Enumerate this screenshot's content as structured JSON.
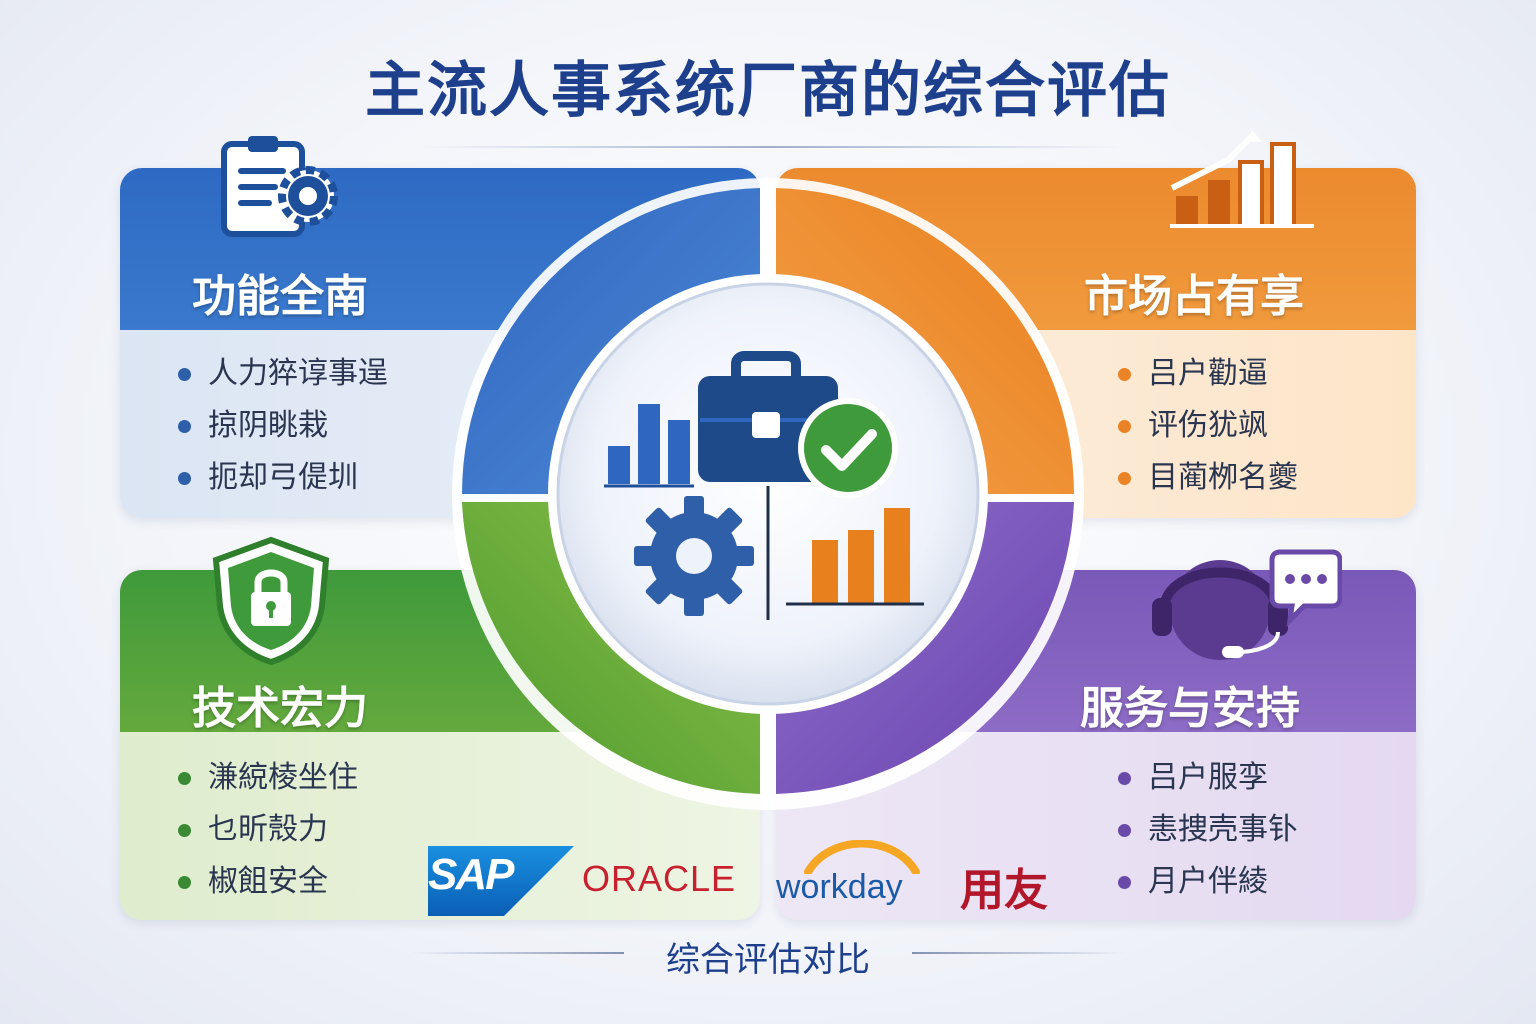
{
  "title": "主流人事系统厂商的综合评估",
  "panels": {
    "function": {
      "heading": "功能全南",
      "items": [
        "人力猝谆事逞",
        "掠阴眺栽",
        "扼却弓偍圳"
      ],
      "color": "#2e6ac3",
      "icon": "clipboard-gear-icon"
    },
    "market": {
      "heading": "市场占有享",
      "items": [
        "吕户勸逼",
        "评伤犹飒",
        "目蔺栁名夔"
      ],
      "color": "#ec8a2e",
      "icon": "growth-bar-chart-icon"
    },
    "tech": {
      "heading": "技术宏力",
      "items": [
        "溓綂棱坐住",
        "乜昕殼力",
        "椒飷安全"
      ],
      "color": "#3f9a3b",
      "icon": "shield-lock-icon"
    },
    "service": {
      "heading": "服务与安持",
      "items": [
        "吕户服孪",
        "恚捜壳事钋",
        "月户伴綾"
      ],
      "color": "#7a58b8",
      "icon": "headset-chat-icon"
    }
  },
  "center": {
    "icons": [
      "bar-chart-icon",
      "briefcase-icon",
      "checkmark-badge-icon",
      "gear-icon",
      "orange-bar-chart-icon"
    ]
  },
  "logos": {
    "sap": "SAP",
    "oracle": "ORACLE",
    "workday": "workday",
    "yonyou": "用友"
  },
  "footer": "综合评估对比"
}
